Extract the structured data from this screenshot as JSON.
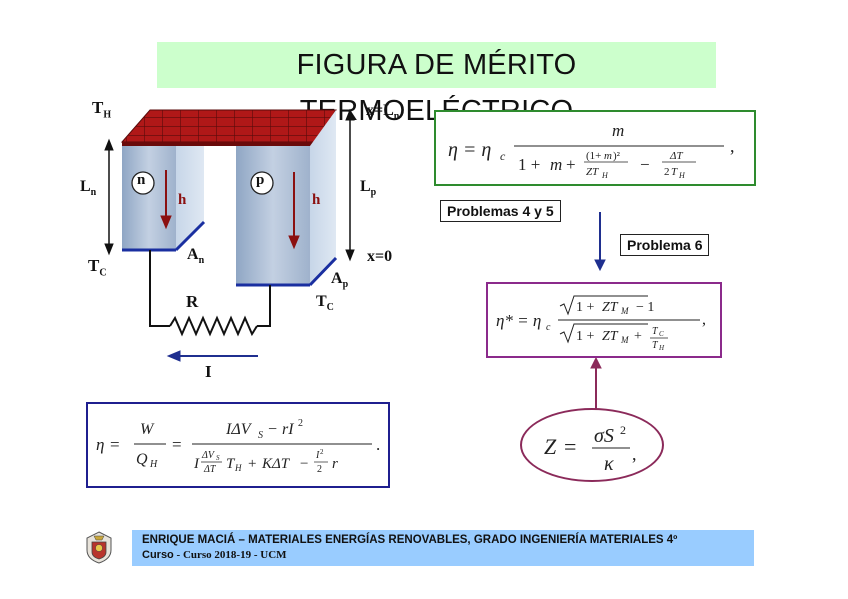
{
  "slide": {
    "title": "FIGURA DE MÉRITO TERMOELÉCTRICO"
  },
  "diagram": {
    "th": "T",
    "th_sub": "H",
    "tc_left": "T",
    "tc_left_sub": "C",
    "tc_right": "T",
    "tc_right_sub": "C",
    "ln": "L",
    "ln_sub": "n",
    "lp": "L",
    "lp_sub": "p",
    "an": "A",
    "an_sub": "n",
    "ap": "A",
    "ap_sub": "p",
    "n_label": "n",
    "p_label": "p",
    "h_left": "h",
    "h_right": "h",
    "x_top": "x=L",
    "x_top_sub": "n",
    "x_bottom": "x=0",
    "r_label": "R",
    "i_label": "I"
  },
  "labels": {
    "problemas_4_5": "Problemas 4 y 5",
    "problema_6": "Problema 6"
  },
  "formulas": {
    "eta_efficiency": "η = ηc · m / (1 + m + (1+m)²/(ZTH) − ΔT/(2TH)),",
    "eta_star": "η* = ηc · (√(1 + ZTM) − 1) / (√(1 + ZTM) + TC/TH),",
    "z_def": "Z = σS²/κ,",
    "eta_w": "η = W/QH = (IΔVS − rI²) / (I (ΔVS/ΔT) TH + KΔT − (I²/2) r)."
  },
  "footer": {
    "line1_a": "ENRIQUE MACIÁ – MATERIALES ENERGÍAS RENOVABLES,",
    "line1_b": " GRADO INGENIERÍA MATERIALES  4º",
    "line2_label": "Curso",
    "line2_value": " - Curso 2018-19 - UCM"
  },
  "colors": {
    "title_bg": "#ccffcc",
    "green_box": "#2e8b2e",
    "purple_box": "#8b2a8b",
    "blue_box": "#1f1f8f",
    "footer_bg": "#99ccff",
    "arrow_blue": "#1f2f8f",
    "arrow_purple": "#8b2a5a"
  },
  "icons": {
    "logo": "university-seal-icon"
  }
}
